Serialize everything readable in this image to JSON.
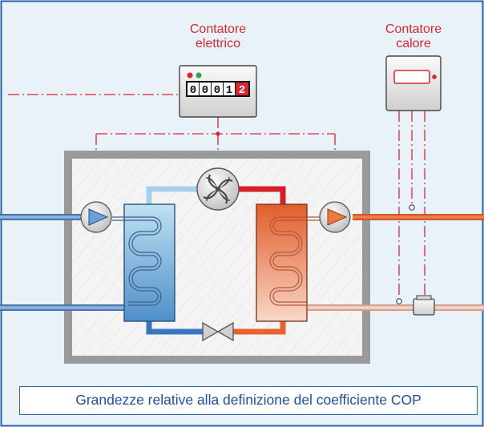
{
  "labels": {
    "electric_meter": {
      "line1": "Contatore",
      "line2": "elettrico"
    },
    "heat_meter": {
      "line1": "Contatore",
      "line2": "calore"
    }
  },
  "meter_digits": [
    "0",
    "0",
    "0",
    "1",
    "2"
  ],
  "caption": "Grandezze relative alla definizione del coefficiente COP",
  "colors": {
    "background": "#e9f1f9",
    "border": "#2d63a8",
    "signal_line": "#d8282f",
    "cold_side": "#4a7fc0",
    "hot_side": "#e8622d",
    "caption_text": "#1f4f99"
  },
  "icons": [
    "fan-icon",
    "pump-icon",
    "expansion-valve-icon",
    "heat-exchanger-coil-icon",
    "flow-meter-icon"
  ]
}
